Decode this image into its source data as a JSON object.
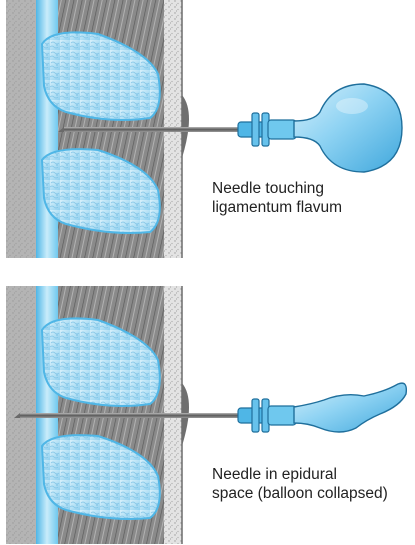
{
  "panels": [
    {
      "id": "top",
      "caption_lines": [
        "Needle touching",
        "ligamentum flavum"
      ],
      "needle_state": "touching ligamentum flavum",
      "balloon_state": "inflated"
    },
    {
      "id": "bottom",
      "caption_lines": [
        "Needle in epidural",
        "space (balloon collapsed)"
      ],
      "needle_state": "in epidural space",
      "balloon_state": "collapsed"
    }
  ],
  "colors": {
    "tissue_gray": "#8e8e8e",
    "muscle_gray": "#7a7a7a",
    "bone_blue": "#a9dcf2",
    "fluid_blue": "#6fc8ee",
    "balloon_blue": "#8fd3f3",
    "hub_blue": "#4fb6e6",
    "skin_speckle": "#d8d8d8",
    "needle_steel": "#7d7d7d"
  },
  "icons": [
    "balloon-icon",
    "needle-icon",
    "vertebra-icon"
  ]
}
